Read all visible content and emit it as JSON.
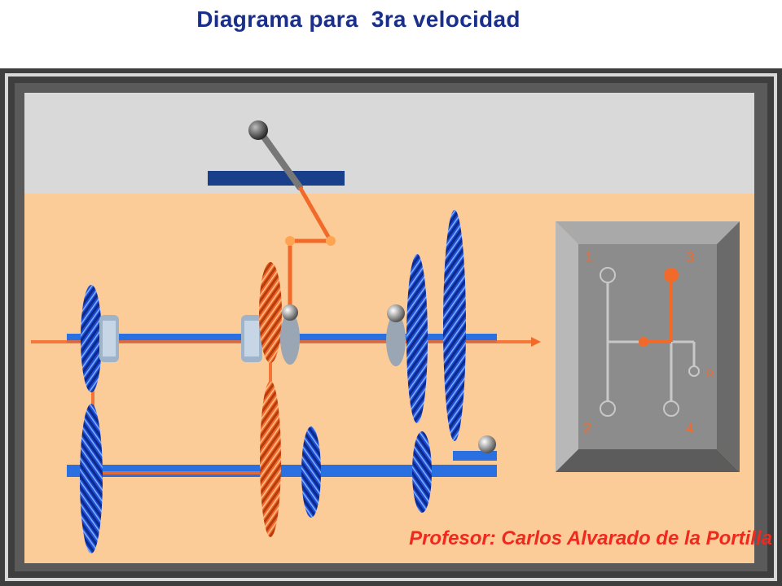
{
  "header": {
    "title": "Diagrama para  3ra velocidad"
  },
  "shift_pattern": {
    "positions": [
      "1",
      "3",
      "2",
      "4",
      "R"
    ],
    "selected": "3"
  },
  "footer": {
    "credit": "Profesor: Carlos Alvarado de la Portilla"
  },
  "colors": {
    "title": "#1a2f8a",
    "credit": "#f0281e",
    "active_path": "#f26a2a",
    "gear_blue": "#1f4fd8",
    "housing": "#fbcb98",
    "panel_top": "#d9d9d9",
    "gate_plate": "#8c8c8c"
  }
}
